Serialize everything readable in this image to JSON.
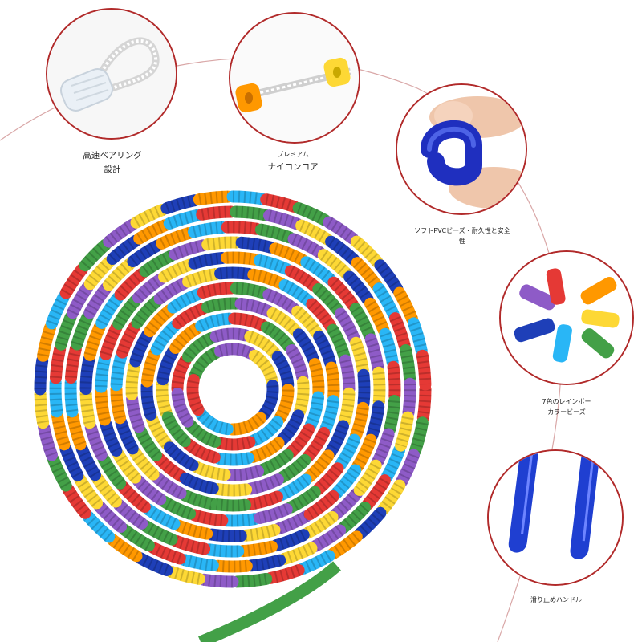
{
  "colors": {
    "accent_line": "#b12a2a",
    "bead_palette": [
      "#e53935",
      "#ff9800",
      "#fdd835",
      "#43a047",
      "#29b6f6",
      "#1e3fb8",
      "#8e5bc7"
    ],
    "handle": "#1f3fd1"
  },
  "features": {
    "bearing": {
      "icon": "bearing-cord-loop-icon",
      "line1": "高速ベアリング",
      "line2": "設計"
    },
    "nylon": {
      "icon": "nylon-core-beads-icon",
      "line1": "プレミアム",
      "line2": "ナイロンコア"
    },
    "pvc": {
      "icon": "soft-bead-pinch-icon",
      "line1": "ソフトPVCビーズ・耐久性と安全",
      "line2": "性"
    },
    "rainbow": {
      "icon": "rainbow-beads-icon",
      "line1": "7色のレインボー",
      "line2": "カラービーズ"
    },
    "handle": {
      "icon": "anti-slip-handle-icon",
      "line1": "滑り止めハンドル"
    }
  }
}
